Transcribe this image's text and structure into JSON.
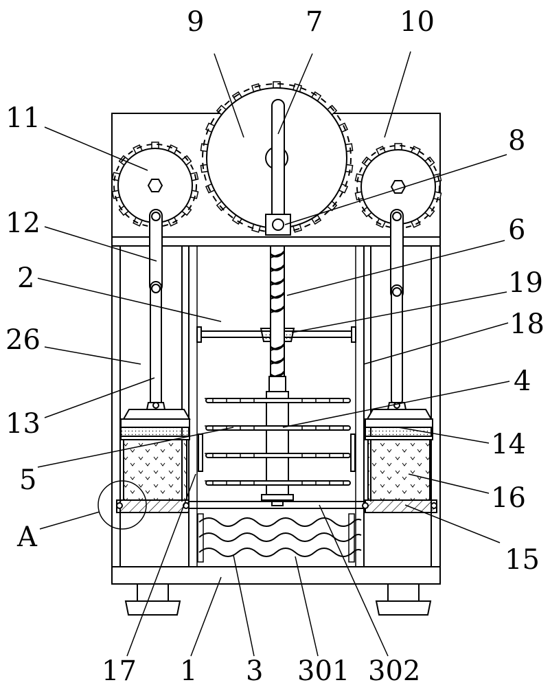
{
  "labels": {
    "l1": "1",
    "l2": "2",
    "l3": "3",
    "l4": "4",
    "l5": "5",
    "l6": "6",
    "l7": "7",
    "l8": "8",
    "l9": "9",
    "l10": "10",
    "l11": "11",
    "l12": "12",
    "l13": "13",
    "l14": "14",
    "l15": "15",
    "l16": "16",
    "l17": "17",
    "l18": "18",
    "l19": "19",
    "l26": "26",
    "l301": "301",
    "l302": "302",
    "lA": "A"
  }
}
